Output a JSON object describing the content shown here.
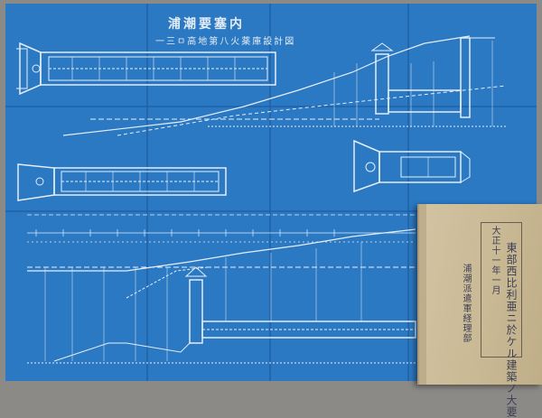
{
  "blueprint": {
    "title_main": "浦潮要塞内",
    "title_sub": "一三ㅁ高地第八火薬庫設計図",
    "colors": {
      "paper": "#2b79c2",
      "line": "#e6eef8",
      "fold": "#1d5c9e"
    }
  },
  "booklet": {
    "date": "大正十一年一月",
    "title": "東部西比利亜ニ於ケル建築ノ大要",
    "author": "浦潮派遣軍経理部",
    "colors": {
      "cover": "#cdbd98",
      "ink": "#3b3f55"
    }
  }
}
